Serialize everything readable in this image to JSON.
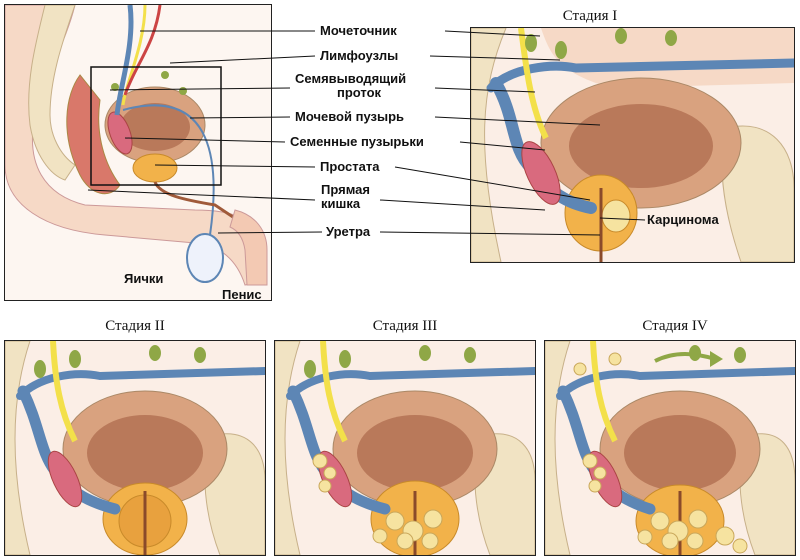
{
  "stages": {
    "stage1": "Стадия I",
    "stage2": "Стадия II",
    "stage3": "Стадия III",
    "stage4": "Стадия IV"
  },
  "labels": {
    "ureter": "Мочеточник",
    "lymph_nodes": "Лимфоузлы",
    "vas_deferens_1": "Семявыводящий",
    "vas_deferens_2": "проток",
    "bladder": "Мочевой пузырь",
    "seminal_vesicles": "Семенные пузырьки",
    "prostate": "Простата",
    "rectum_1": "Прямая",
    "rectum_2": "кишка",
    "urethra": "Уретра",
    "carcinoma": "Карциномa",
    "testicles": "Яички",
    "penis": "Пенис"
  },
  "colors": {
    "skin": "#f6d9c6",
    "bladder": "#d9a27f",
    "bladder_inner": "#b9795a",
    "prostate": "#f2b24a",
    "vessel_blue": "#5d86b5",
    "nerve_yellow": "#f3e04a",
    "lymph_green": "#8fa746",
    "vesicle_pink": "#d96a7e",
    "bone": "#f1e3c3",
    "tumor": "#f6e3a0"
  }
}
